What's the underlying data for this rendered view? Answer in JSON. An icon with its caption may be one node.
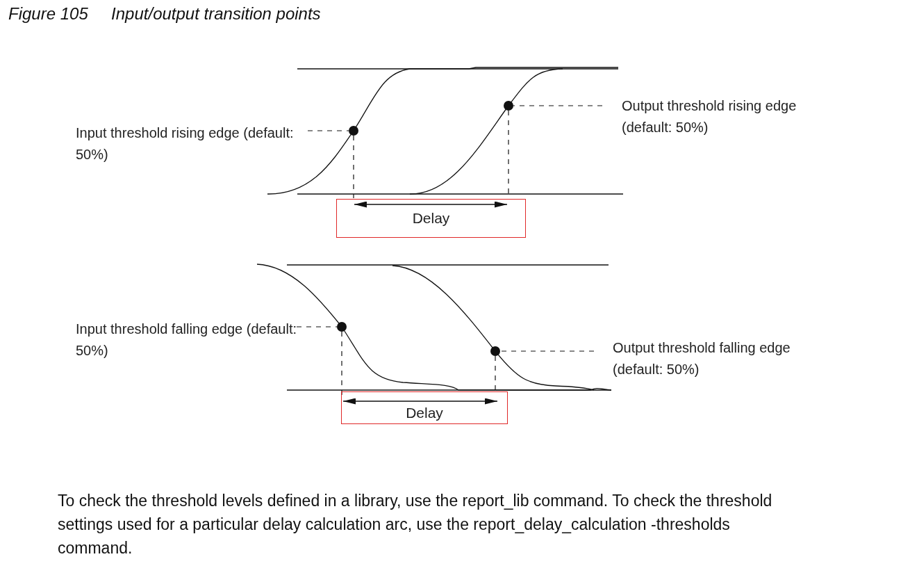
{
  "diagram": {
    "title": "Figure 105     Input/output transition points",
    "caption": "To check the threshold levels defined in a library, use the report_lib command. To check the threshold settings used for a particular delay calculation arc, use the report_delay_calculation -thresholds command.",
    "nodes": [
      {
        "text": [
          "Input threshold rising edge (default: 50%)"
        ]
      },
      {
        "text": [],
        "shape": "circle"
      },
      {
        "text": [],
        "shape": "circle"
      },
      {
        "text": [
          "Output threshold rising edge (default: 50%)"
        ]
      },
      {
        "text": [
          "Delay"
        ]
      },
      {
        "text": [
          "Input threshold falling edge (default: 50%)"
        ]
      },
      {
        "text": [],
        "shape": "circle"
      },
      {
        "text": [],
        "shape": "circle"
      },
      {
        "text": [
          "Output threshold falling edge (default: 50%)"
        ]
      },
      {
        "text": [
          "Delay"
        ]
      }
    ],
    "edges": [
      {
        "from": 0,
        "to": 1,
        "arrow": "none",
        "style": "dashed"
      },
      {
        "from": 3,
        "to": 2,
        "arrow": "none",
        "style": "dashed"
      },
      {
        "from": 5,
        "to": 6,
        "arrow": "none",
        "style": "dashed"
      },
      {
        "from": 8,
        "to": 7,
        "arrow": "none",
        "style": "dashed"
      }
    ]
  }
}
